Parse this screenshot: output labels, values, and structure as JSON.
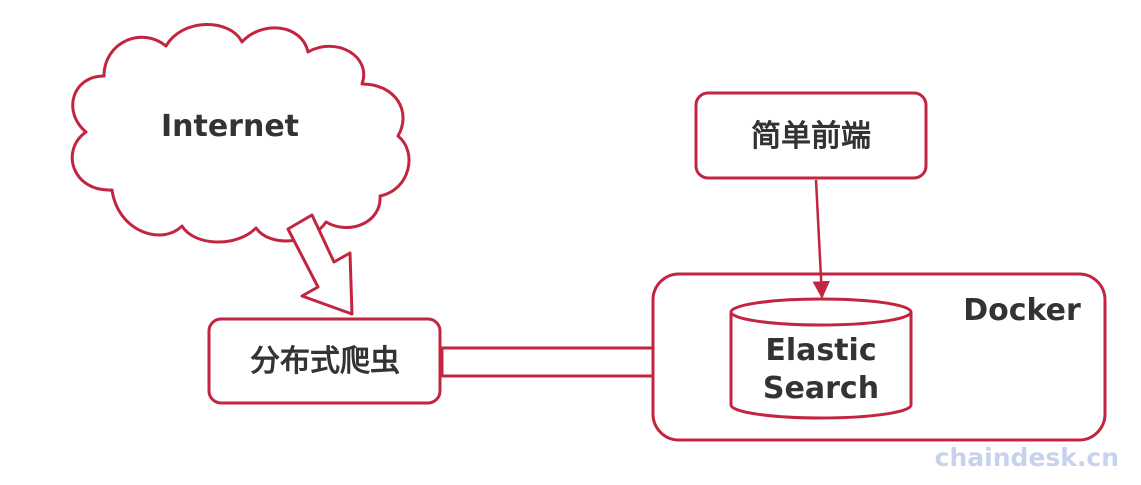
{
  "nodes": {
    "internet": {
      "label": "Internet"
    },
    "crawler": {
      "label": "分布式爬虫"
    },
    "frontend": {
      "label": "简单前端"
    },
    "docker": {
      "label": "Docker"
    },
    "elasticsearch": {
      "line1": "Elastic",
      "line2": "Search"
    }
  },
  "watermark": "chaindesk.cn",
  "colors": {
    "stroke": "#c2253f",
    "text": "#333333",
    "watermark": "#c7d2ec"
  }
}
